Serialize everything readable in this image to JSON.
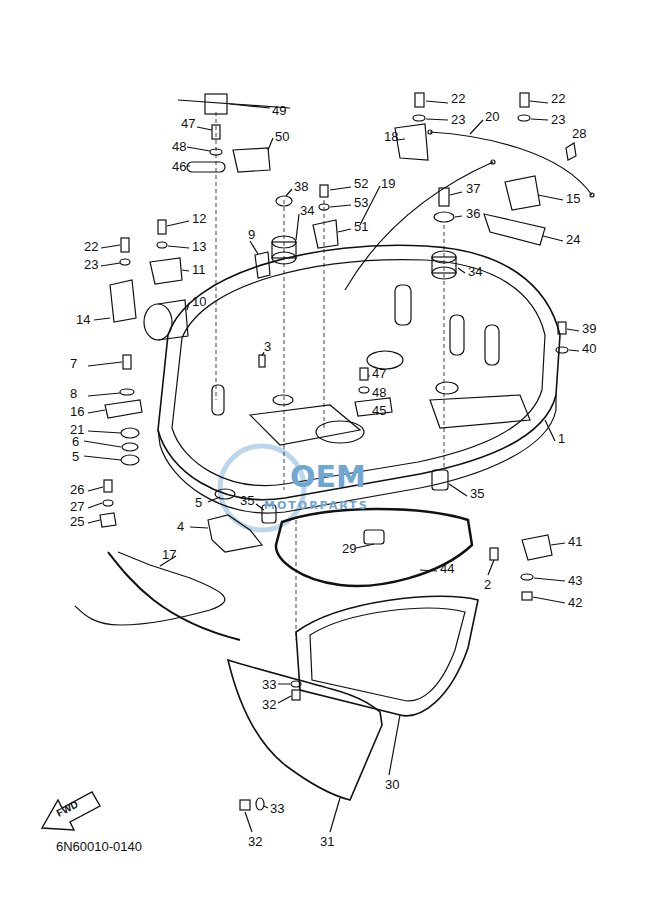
{
  "diagram": {
    "labels": [
      "49",
      "47",
      "48",
      "46",
      "50",
      "22",
      "23",
      "22",
      "23",
      "20",
      "28",
      "18",
      "19",
      "15",
      "38",
      "52",
      "53",
      "34",
      "51",
      "37",
      "36",
      "24",
      "12",
      "13",
      "11",
      "9",
      "22",
      "23",
      "10",
      "14",
      "34",
      "39",
      "40",
      "3",
      "7",
      "8",
      "47",
      "48",
      "45",
      "16",
      "21",
      "6",
      "5",
      "1",
      "26",
      "27",
      "25",
      "5",
      "35",
      "35",
      "4",
      "29",
      "41",
      "17",
      "44",
      "2",
      "43",
      "42",
      "33",
      "32",
      "30",
      "31",
      "33",
      "32",
      "FWD",
      "6N60010-0140",
      "OEM",
      "MOTORPARTS"
    ]
  }
}
